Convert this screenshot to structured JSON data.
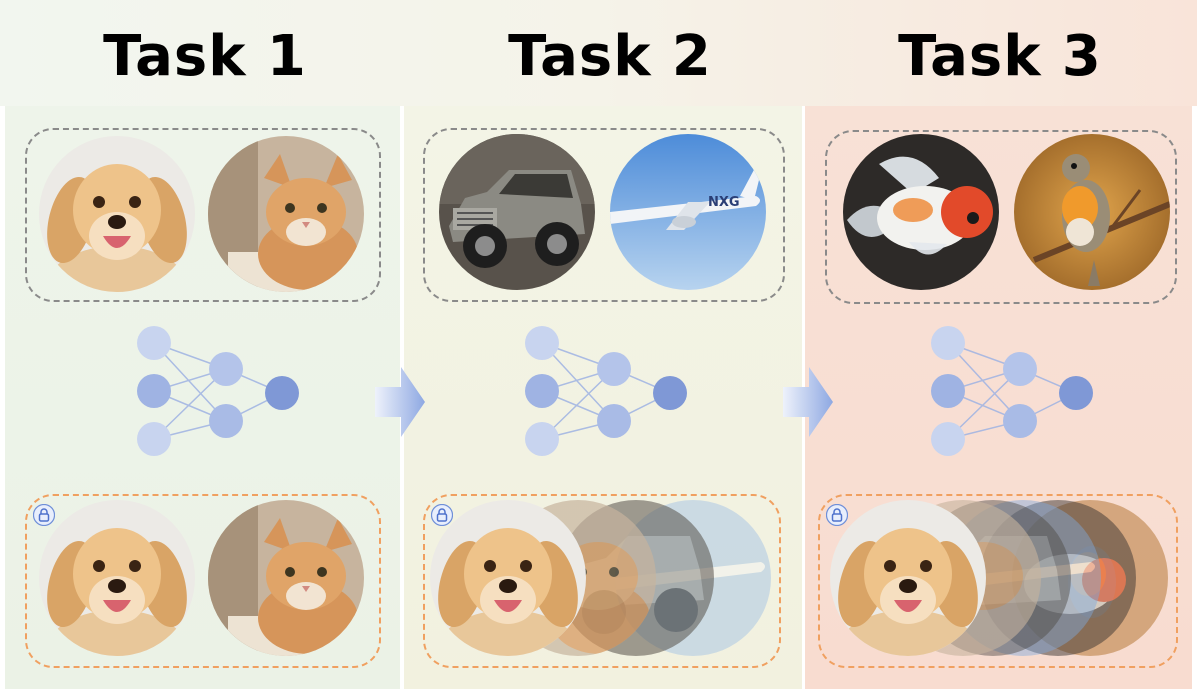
{
  "tasks": [
    {
      "title": "Task 1",
      "images": [
        "dog",
        "cat"
      ],
      "memory": [
        "dog",
        "cat"
      ]
    },
    {
      "title": "Task 2",
      "images": [
        "car",
        "airplane"
      ],
      "memory": [
        "dog",
        "cat",
        "car",
        "airplane"
      ]
    },
    {
      "title": "Task 3",
      "images": [
        "goldfish",
        "bird"
      ],
      "memory": [
        "dog",
        "cat",
        "car",
        "airplane",
        "goldfish",
        "bird"
      ]
    }
  ],
  "icons": {
    "lock": "lock-icon",
    "arrow": "arrow-right-icon"
  },
  "colors": {
    "panel1": "#eef4ea",
    "panel2": "#f3f4e6",
    "panel3": "#f8e1d6",
    "data_box_border": "#8a8a8a",
    "memory_box_border": "#f0a060",
    "neuron_light": "#c8d4ef",
    "neuron_mid": "#9fb3e3",
    "neuron_dark": "#7f98d6"
  }
}
